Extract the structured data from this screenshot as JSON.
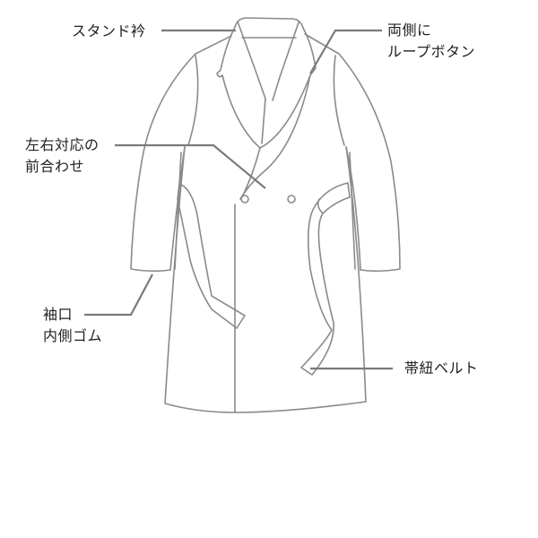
{
  "diagram": {
    "subject": "coat-line-drawing",
    "line_color": "#8a8a8a",
    "leader_color": "#7a7a7a",
    "text_color": "#222222",
    "background": "#ffffff"
  },
  "labels": {
    "stand_collar": {
      "lines": [
        "スタンド衿"
      ]
    },
    "loop_buttons": {
      "lines": [
        "両側に",
        "ループボタン"
      ]
    },
    "front_closure": {
      "lines": [
        "左右対応の",
        "前合わせ"
      ]
    },
    "cuff": {
      "lines": [
        "袖口",
        "内側ゴム"
      ]
    },
    "belt": {
      "lines": [
        "帯紐ベルト"
      ]
    }
  }
}
